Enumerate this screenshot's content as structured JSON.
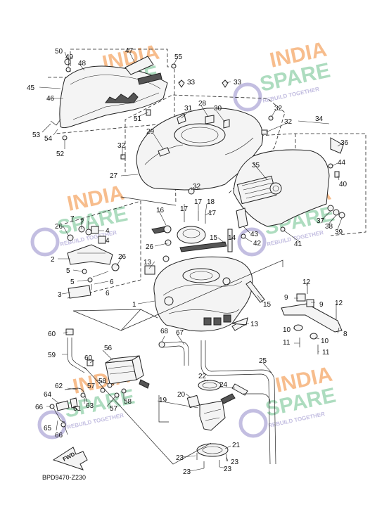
{
  "diagram": {
    "code": "BPD9470-Z230",
    "fwd_label": "FWD",
    "watermark": {
      "line1": "INDIA",
      "line2": "SPARE",
      "tagline": "REBUILD TOGETHER",
      "colors": {
        "orange": "#f6b27a",
        "green": "#9fd7b4",
        "purple": "#b9b3dc"
      }
    },
    "labels": [
      {
        "id": "c50",
        "text": "50"
      },
      {
        "id": "c49",
        "text": "49"
      },
      {
        "id": "c48",
        "text": "48"
      },
      {
        "id": "c47",
        "text": "47"
      },
      {
        "id": "c55",
        "text": "55"
      },
      {
        "id": "c45",
        "text": "45"
      },
      {
        "id": "c46",
        "text": "46"
      },
      {
        "id": "c53",
        "text": "53"
      },
      {
        "id": "c54",
        "text": "54"
      },
      {
        "id": "c52",
        "text": "52"
      },
      {
        "id": "c51",
        "text": "51"
      },
      {
        "id": "c33a",
        "text": "33"
      },
      {
        "id": "c33b",
        "text": "33"
      },
      {
        "id": "c31",
        "text": "31"
      },
      {
        "id": "c28",
        "text": "28"
      },
      {
        "id": "c30",
        "text": "30"
      },
      {
        "id": "c32a",
        "text": "32"
      },
      {
        "id": "c32b",
        "text": "32"
      },
      {
        "id": "c29",
        "text": "29"
      },
      {
        "id": "c34",
        "text": "34"
      },
      {
        "id": "c36",
        "text": "36"
      },
      {
        "id": "c32c",
        "text": "32"
      },
      {
        "id": "c27",
        "text": "27"
      },
      {
        "id": "c35",
        "text": "35"
      },
      {
        "id": "c44",
        "text": "44"
      },
      {
        "id": "c40",
        "text": "40"
      },
      {
        "id": "c32d",
        "text": "32"
      },
      {
        "id": "c16",
        "text": "16"
      },
      {
        "id": "c17a",
        "text": "17"
      },
      {
        "id": "c17b",
        "text": "17"
      },
      {
        "id": "c18",
        "text": "18"
      },
      {
        "id": "c17c",
        "text": "17"
      },
      {
        "id": "c37",
        "text": "37"
      },
      {
        "id": "c38",
        "text": "38"
      },
      {
        "id": "c39",
        "text": "39"
      },
      {
        "id": "c43",
        "text": "43"
      },
      {
        "id": "c42",
        "text": "42"
      },
      {
        "id": "c41",
        "text": "41"
      },
      {
        "id": "c7a",
        "text": "7"
      },
      {
        "id": "c7b",
        "text": "7"
      },
      {
        "id": "c26a",
        "text": "26"
      },
      {
        "id": "c4a",
        "text": "4"
      },
      {
        "id": "c4b",
        "text": "4"
      },
      {
        "id": "c15a",
        "text": "15"
      },
      {
        "id": "c14",
        "text": "14"
      },
      {
        "id": "c26b",
        "text": "26"
      },
      {
        "id": "c2",
        "text": "2"
      },
      {
        "id": "c26c",
        "text": "26"
      },
      {
        "id": "c13a",
        "text": "13"
      },
      {
        "id": "c5a",
        "text": "5"
      },
      {
        "id": "c5b",
        "text": "5"
      },
      {
        "id": "c6a",
        "text": "6"
      },
      {
        "id": "c6b",
        "text": "6"
      },
      {
        "id": "c3",
        "text": "3"
      },
      {
        "id": "c1",
        "text": "1"
      },
      {
        "id": "c15b",
        "text": "15"
      },
      {
        "id": "c12a",
        "text": "12"
      },
      {
        "id": "c9a",
        "text": "9"
      },
      {
        "id": "c9b",
        "text": "9"
      },
      {
        "id": "c12b",
        "text": "12"
      },
      {
        "id": "c13b",
        "text": "13"
      },
      {
        "id": "c10a",
        "text": "10"
      },
      {
        "id": "c10b",
        "text": "10"
      },
      {
        "id": "c8",
        "text": "8"
      },
      {
        "id": "c11a",
        "text": "11"
      },
      {
        "id": "c11b",
        "text": "11"
      },
      {
        "id": "c60a",
        "text": "60"
      },
      {
        "id": "c68",
        "text": "68"
      },
      {
        "id": "c67",
        "text": "67"
      },
      {
        "id": "c59",
        "text": "59"
      },
      {
        "id": "c56",
        "text": "56"
      },
      {
        "id": "c60b",
        "text": "60"
      },
      {
        "id": "c25",
        "text": "25"
      },
      {
        "id": "c57a",
        "text": "57"
      },
      {
        "id": "c58a",
        "text": "58"
      },
      {
        "id": "c22",
        "text": "22"
      },
      {
        "id": "c62",
        "text": "62"
      },
      {
        "id": "c24",
        "text": "24"
      },
      {
        "id": "c64",
        "text": "64"
      },
      {
        "id": "c57b",
        "text": "57"
      },
      {
        "id": "c58b",
        "text": "58"
      },
      {
        "id": "c20",
        "text": "20"
      },
      {
        "id": "c63",
        "text": "63"
      },
      {
        "id": "c61",
        "text": "61"
      },
      {
        "id": "c19",
        "text": "19"
      },
      {
        "id": "c66a",
        "text": "66"
      },
      {
        "id": "c65",
        "text": "65"
      },
      {
        "id": "c66b",
        "text": "66"
      },
      {
        "id": "c21",
        "text": "21"
      },
      {
        "id": "c23a",
        "text": "23"
      },
      {
        "id": "c23b",
        "text": "23"
      },
      {
        "id": "c23c",
        "text": "23"
      },
      {
        "id": "c23d",
        "text": "23"
      }
    ]
  }
}
